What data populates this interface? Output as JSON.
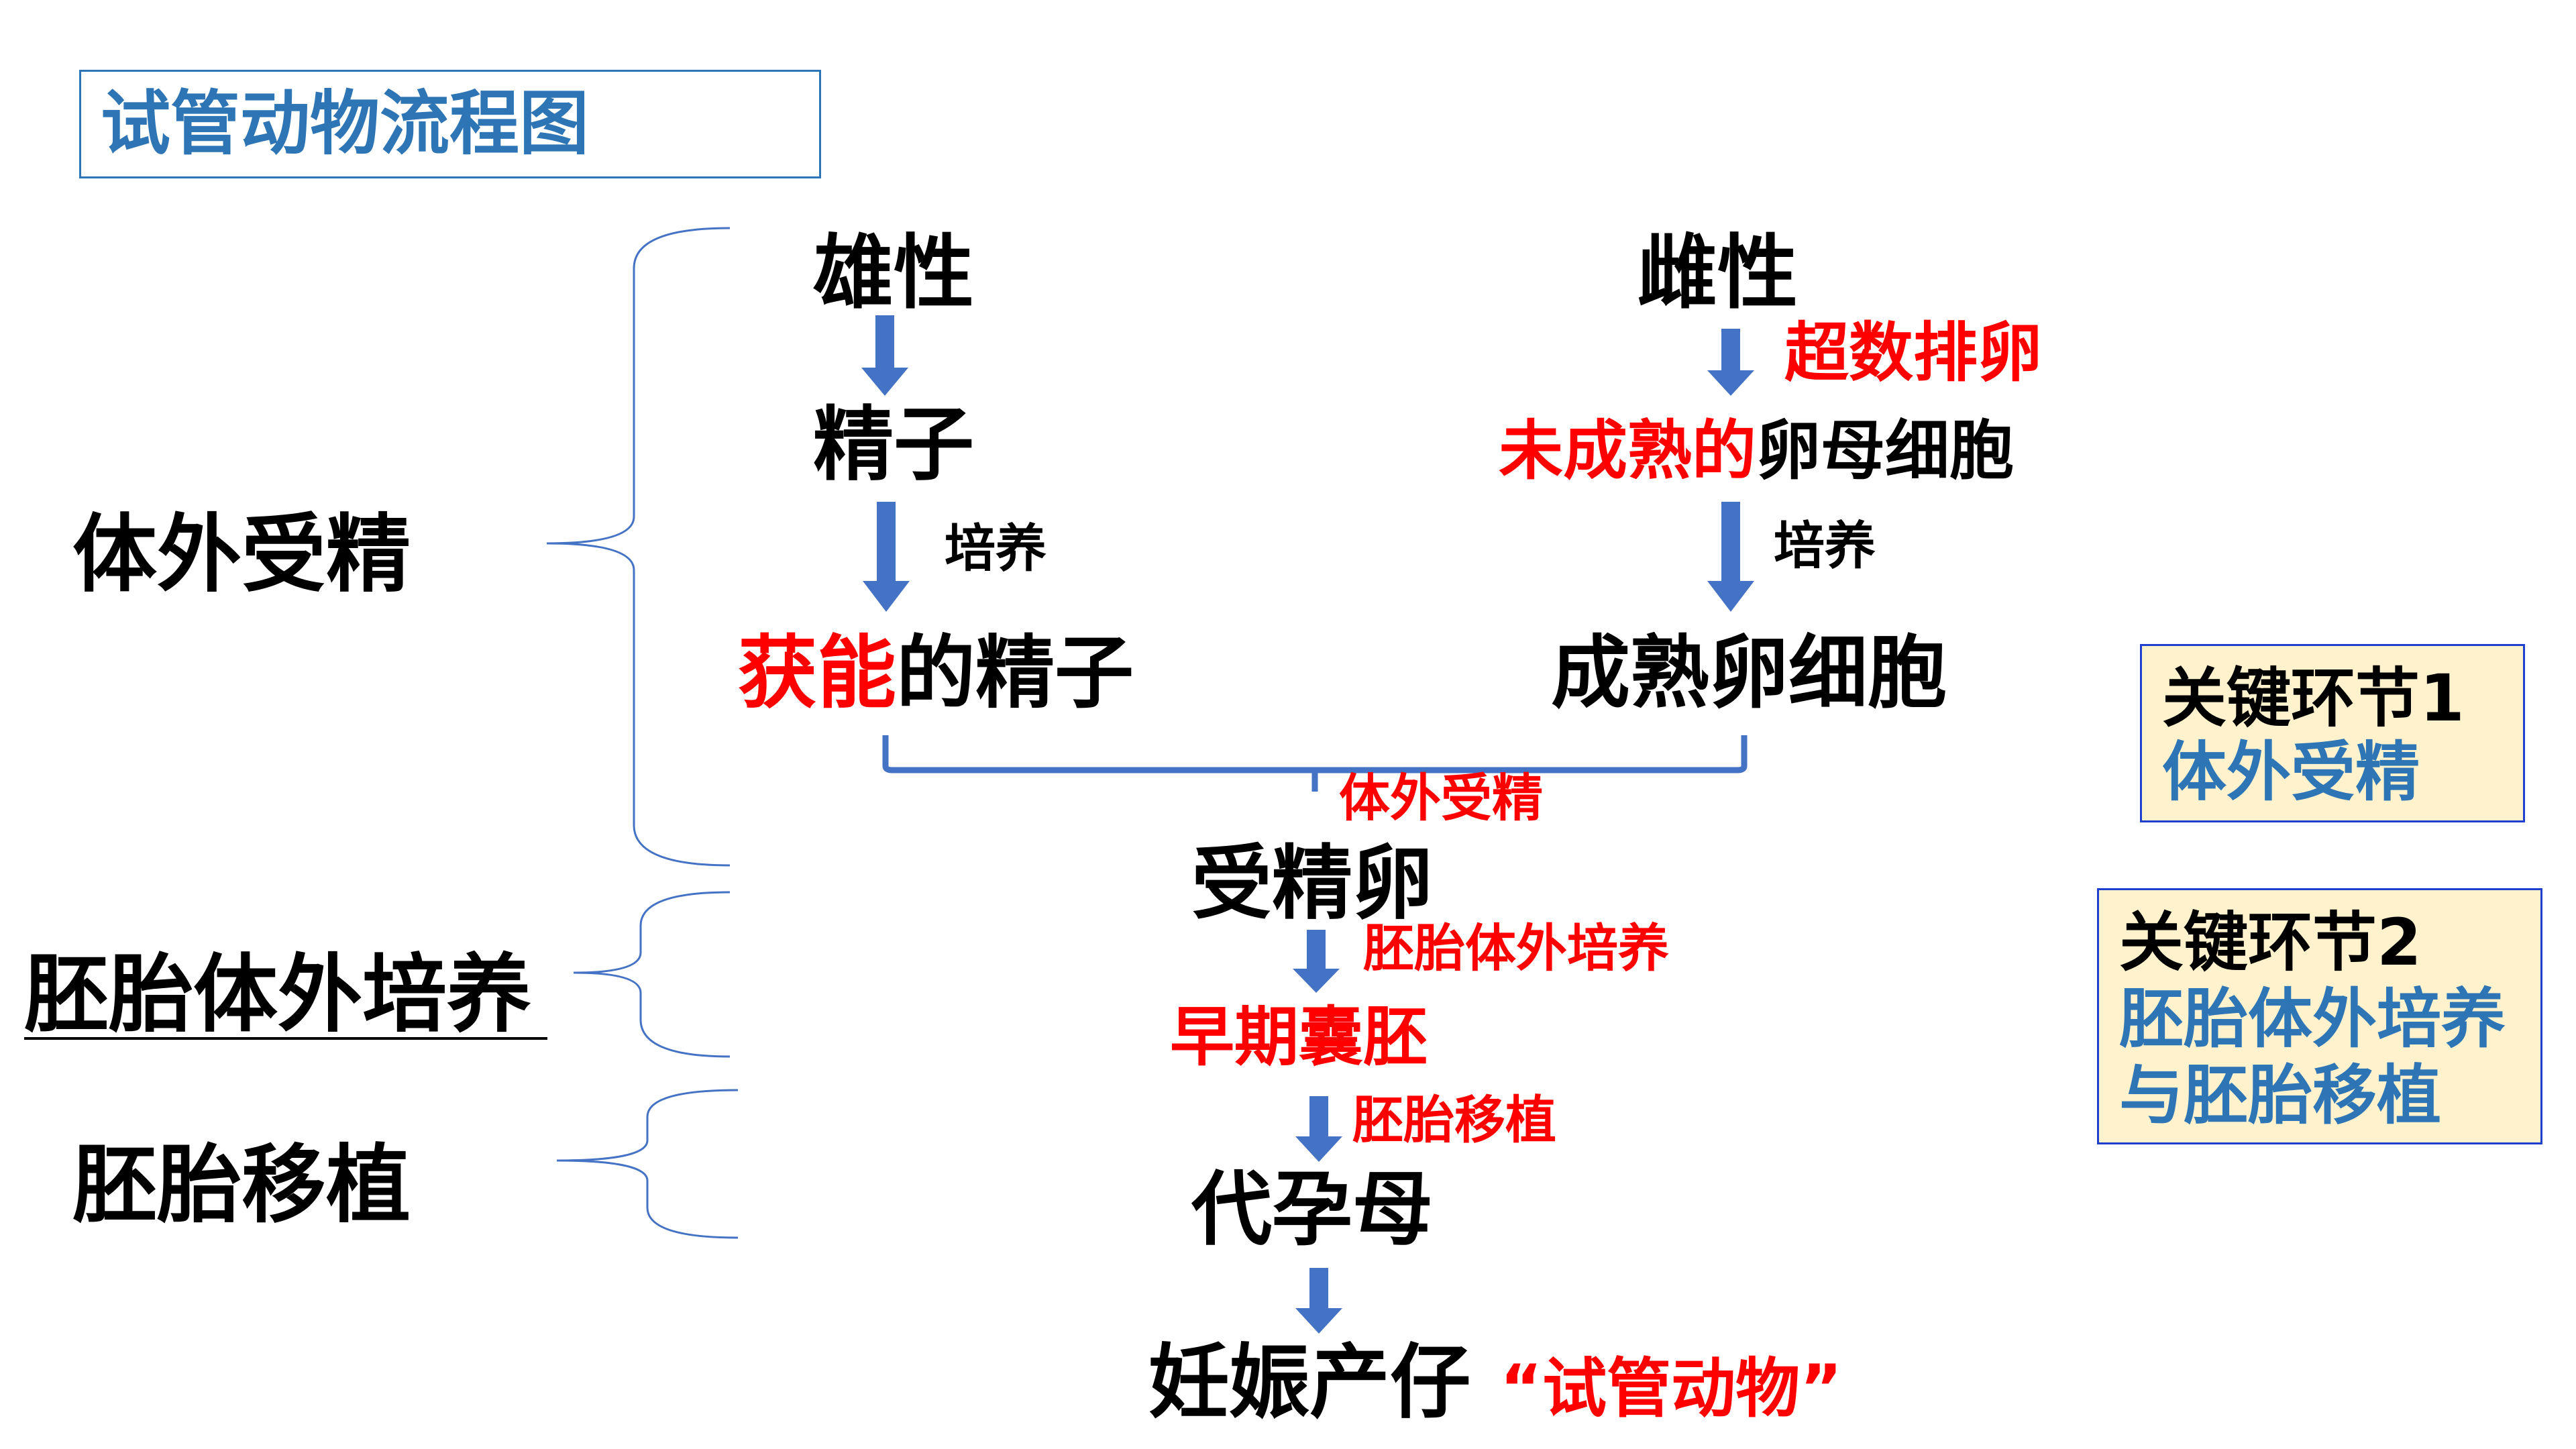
{
  "title": "试管动物流程图",
  "stages": {
    "fertilization": "体外受精",
    "embryo_culture": "胚胎体外培养",
    "embryo_transfer": "胚胎移植"
  },
  "male": {
    "label": "雄性",
    "sperm": "精子",
    "culture_label": "培养",
    "capacitated_red": "获能",
    "capacitated_black": "的精子"
  },
  "female": {
    "label": "雌性",
    "superovulation": "超数排卵",
    "immature_red": "未成熟的",
    "immature_black": "卵母细胞",
    "culture_label": "培养",
    "mature": "成熟卵细胞"
  },
  "process": {
    "ivf_label": "体外受精",
    "zygote": "受精卵",
    "culture_label": "胚胎体外培养",
    "blastocyst": "早期囊胚",
    "transfer_label": "胚胎移植",
    "surrogate": "代孕母",
    "birth": "妊娠产仔",
    "test_tube_animal": "“试管动物”"
  },
  "key_points": [
    {
      "heading": "关键环节1",
      "lines": [
        "体外受精"
      ]
    },
    {
      "heading": "关键环节2",
      "lines": [
        "胚胎体外培养",
        "与胚胎移植"
      ]
    }
  ],
  "colors": {
    "arrow": "#4472C4",
    "emphasis": "#FF0000",
    "title": "#2E75B6",
    "key_box_fill": "#FFF2CC"
  }
}
